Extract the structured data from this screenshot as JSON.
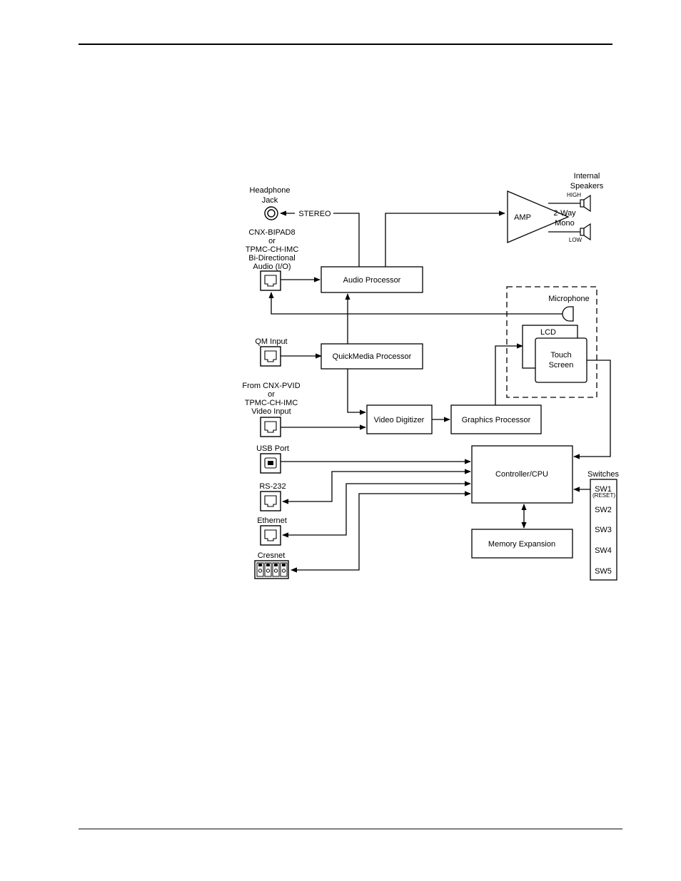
{
  "blocks": {
    "audio_processor": "Audio Processor",
    "quickmedia_processor": "QuickMedia Processor",
    "video_digitizer": "Video Digitizer",
    "graphics_processor": "Graphics Processor",
    "controller": "Controller/CPU",
    "memory_expansion": "Memory Expansion",
    "amp": "AMP",
    "lcd": "LCD",
    "touch_screen": [
      "Touch",
      "Screen"
    ]
  },
  "labels": {
    "headphone_jack": [
      "Headphone",
      "Jack"
    ],
    "stereo": "STEREO",
    "bidirectional_audio": [
      "CNX-BIPAD8",
      "or",
      "TPMC-CH-IMC",
      "Bi-Directional",
      "Audio (I/O)"
    ],
    "internal_speakers": [
      "Internal",
      "Speakers"
    ],
    "high": "HIGH",
    "low": "LOW",
    "two_way_mono": [
      "2-Way",
      "Mono"
    ],
    "microphone": "Microphone",
    "qm_input": "QM Input",
    "video_input": [
      "From CNX-PVID",
      "or",
      "TPMC-CH-IMC",
      "Video Input"
    ],
    "usb_port": "USB Port",
    "rs232": "RS-232",
    "ethernet": "Ethernet",
    "cresnet": "Cresnet",
    "switches": "Switches",
    "sw1": "SW1",
    "reset": "(RESET)",
    "sw2": "SW2",
    "sw3": "SW3",
    "sw4": "SW4",
    "sw5": "SW5"
  }
}
